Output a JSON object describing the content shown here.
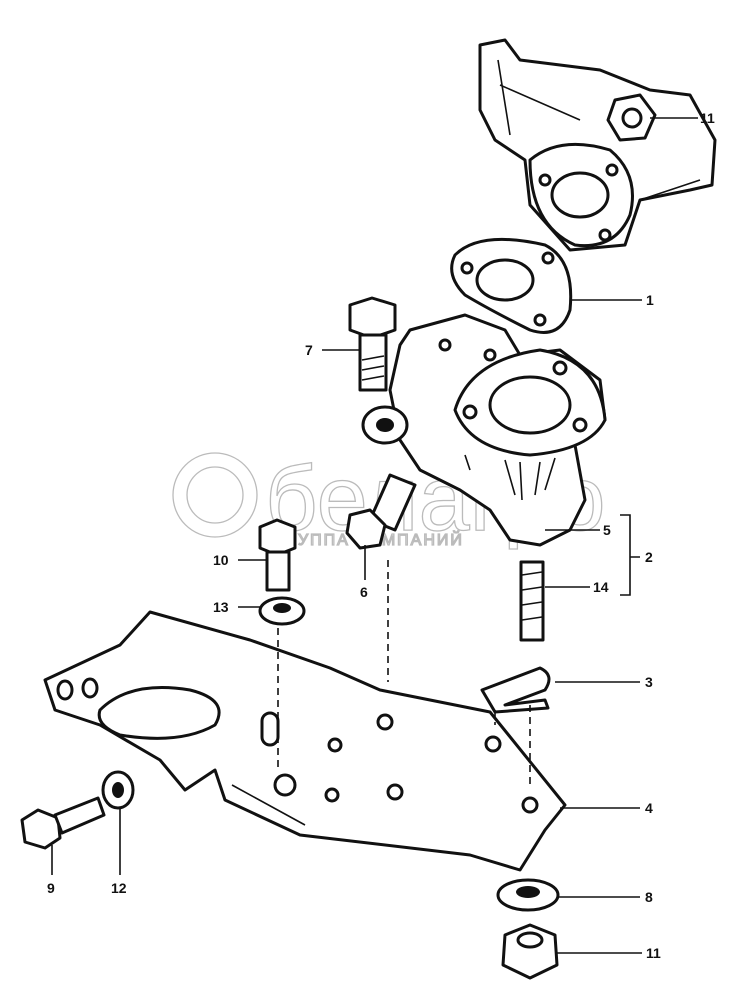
{
  "diagram": {
    "labels": {
      "top_nut": "11",
      "gasket": "1",
      "bolt_upper": "7",
      "housing": "5",
      "assembly": "2",
      "stud": "14",
      "bolt_left": "10",
      "bolt_middle": "6",
      "washer_small": "13",
      "u_clip": "3",
      "bracket": "4",
      "bolt_lower": "9",
      "lock_washer": "12",
      "washer_flat": "8",
      "bottom_nut": "11"
    },
    "watermark": {
      "brand": "белагро",
      "tagline": "ГРУППА КОМПАНИЙ"
    }
  }
}
